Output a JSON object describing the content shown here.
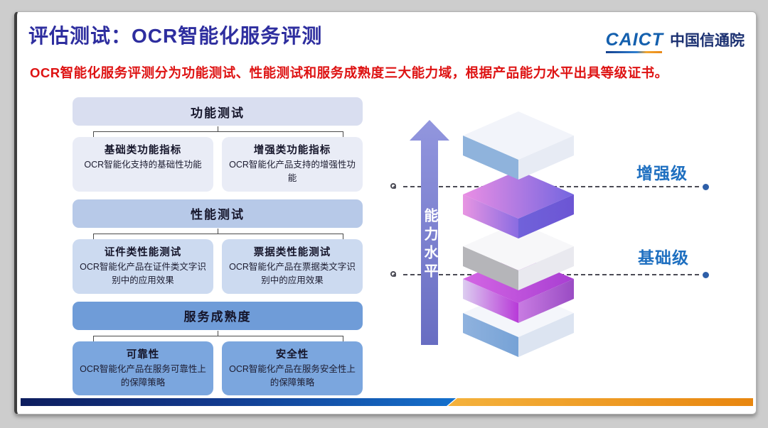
{
  "slide": {
    "title": "评估测试：OCR智能化服务评测",
    "subtitle": "OCR智能化服务评测分为功能测试、性能测试和服务成熟度三大能力域，根据产品能力水平出具等级证书。"
  },
  "logo": {
    "acronym": "CAICT",
    "name": "中国信通院"
  },
  "tree": {
    "sections": [
      {
        "title": "功能测试",
        "children": [
          {
            "title": "基础类功能指标",
            "desc": "OCR智能化支持的基础性功能"
          },
          {
            "title": "增强类功能指标",
            "desc": "OCR智能化产品支持的增强性功能"
          }
        ]
      },
      {
        "title": "性能测试",
        "children": [
          {
            "title": "证件类性能测试",
            "desc": "OCR智能化产品在证件类文字识别中的应用效果"
          },
          {
            "title": "票据类性能测试",
            "desc": "OCR智能化产品在票据类文字识别中的应用效果"
          }
        ]
      },
      {
        "title": "服务成熟度",
        "children": [
          {
            "title": "可靠性",
            "desc": "OCR智能化产品在服务可靠性上的保障策略"
          },
          {
            "title": "安全性",
            "desc": "OCR智能化产品在服务安全性上的保障策略"
          }
        ]
      }
    ]
  },
  "capability": {
    "axis_label": "能力水平",
    "levels": [
      {
        "label": "增强级"
      },
      {
        "label": "基础级"
      }
    ]
  },
  "colors": {
    "title": "#2e2e9f",
    "subtitle": "#de1313",
    "level_label": "#1e6fc0",
    "section1_parent": "#d9def0",
    "section1_child": "#e9ecf6",
    "section2_parent": "#b7c9e8",
    "section2_child": "#ccdaf0",
    "section3_parent": "#6f9cd8",
    "section3_child": "#7ba6de",
    "arrow": "#787dd0",
    "bar_blue_start": "#0d1d5e",
    "bar_blue_end": "#1470cc",
    "bar_orange_start": "#f4b23c",
    "bar_orange_end": "#e8860f"
  }
}
